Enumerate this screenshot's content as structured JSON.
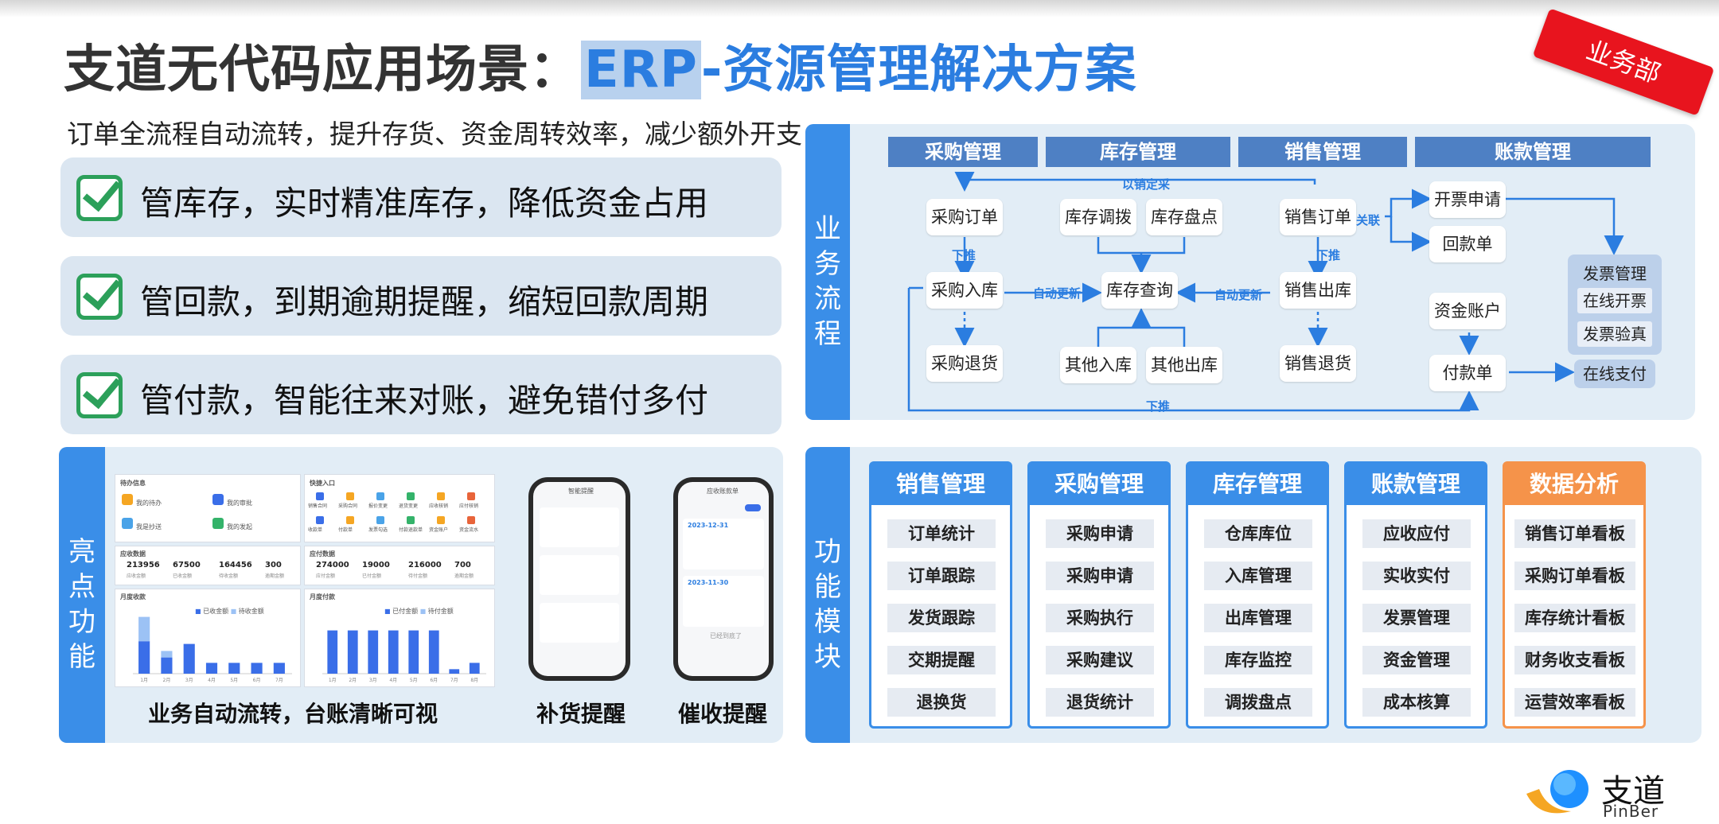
{
  "title": {
    "main": "支道无代码应用场景：",
    "erp": "ERP",
    "rest": "-资源管理解决方案"
  },
  "ribbon": "业务部",
  "subtitle": "订单全流程自动流转，提升存货、资金周转效率，减少额外开支",
  "features": [
    "管库存，实时精准库存，降低资金占用",
    "管回款，到期逾期提醒，缩短回款周期",
    "管付款，智能往来对账，避免错付多付"
  ],
  "flow": {
    "side_label": "业务流程",
    "headers": [
      "采购管理",
      "库存管理",
      "销售管理",
      "账款管理"
    ],
    "nodes": {
      "po": "采购订单",
      "pin": "采购入库",
      "pret": "采购退货",
      "transfer": "库存调拨",
      "count": "库存盘点",
      "query": "库存查询",
      "oin": "其他入库",
      "oout": "其他出库",
      "so": "销售订单",
      "sout": "销售出库",
      "sret": "销售退货",
      "inv_req": "开票申请",
      "receipt": "回款单",
      "account": "资金账户",
      "payment": "付款单"
    },
    "labels": {
      "by_sales": "以销定采",
      "push1": "下推",
      "push2": "下推",
      "push3": "下推",
      "auto1": "自动更新",
      "auto2": "自动更新",
      "link": "关联"
    },
    "invoice_group": {
      "title": "发票管理",
      "items": [
        "在线开票",
        "发票验真"
      ]
    },
    "online_pay": "在线支付"
  },
  "highlights": {
    "side_label": "亮点功能",
    "captions": [
      "业务自动流转，台账清晰可视",
      "补货提醒",
      "催收提醒"
    ],
    "dashboard": {
      "todo_title": "待办信息",
      "todo_items": [
        "我的待办",
        "我的审批",
        "我是抄送",
        "我的发起"
      ],
      "quick_title": "快捷入口",
      "quick_items": [
        "销售合同",
        "采购合同",
        "报价变更",
        "退货变更",
        "应收核销",
        "应付核销",
        "收款单",
        "付款单",
        "发票勾选",
        "付款退款单",
        "资金账户",
        "资金流水"
      ],
      "recv_title": "应收数据",
      "recv_values": [
        "213956",
        "67500",
        "164456",
        "300"
      ],
      "recv_labels": [
        "应收金额",
        "已收金额",
        "待收金额",
        "逾期金额"
      ],
      "pay_title": "应付数据",
      "pay_values": [
        "274000",
        "19000",
        "216000",
        "700"
      ],
      "pay_labels": [
        "应付金额",
        "已付金额",
        "待付金额",
        "逾期金额"
      ],
      "m_recv_title": "月度收款",
      "m_pay_title": "月度付款",
      "m_recv_legend": [
        "已收金额",
        "待收金额"
      ],
      "m_pay_legend": [
        "已付金额",
        "待付金额"
      ]
    },
    "phone1": {
      "title": "智能提醒"
    },
    "phone2": {
      "title": "应收账款单",
      "dates": [
        "2023-12-31",
        "2023-11-30"
      ],
      "footer": "已经到底了"
    }
  },
  "modules": {
    "side_label": "功能模块",
    "cols": [
      {
        "title": "销售管理",
        "items": [
          "订单统计",
          "订单跟踪",
          "发货跟踪",
          "交期提醒",
          "退换货"
        ]
      },
      {
        "title": "采购管理",
        "items": [
          "采购申请",
          "采购申请",
          "采购执行",
          "采购建议",
          "退货统计"
        ]
      },
      {
        "title": "库存管理",
        "items": [
          "仓库库位",
          "入库管理",
          "出库管理",
          "库存监控",
          "调拨盘点"
        ]
      },
      {
        "title": "账款管理",
        "items": [
          "应收应付",
          "实收实付",
          "发票管理",
          "资金管理",
          "成本核算"
        ]
      },
      {
        "title": "数据分析",
        "items": [
          "销售订单看板",
          "采购订单看板",
          "库存统计看板",
          "财务收支看板",
          "运营效率看板"
        ]
      }
    ]
  },
  "logo": {
    "name": "支道",
    "en": "PinBer"
  },
  "colors": {
    "brand_blue": "#3a8ee8",
    "accent_orange": "#f5934a",
    "ribbon_red": "#e8141e",
    "check_green": "#2ca05a"
  },
  "chart_data": [
    {
      "type": "bar",
      "title": "月度收款",
      "categories": [
        "1月",
        "2月",
        "3月",
        "4月",
        "5月",
        "6月",
        "7月"
      ],
      "series": [
        {
          "name": "已收金额",
          "values": [
            60000,
            30000,
            55000,
            20000,
            20000,
            20000,
            20000
          ]
        },
        {
          "name": "待收金额",
          "values": [
            45000,
            12000,
            0,
            0,
            0,
            0,
            0
          ]
        }
      ],
      "ylim": [
        0,
        100000
      ]
    },
    {
      "type": "bar",
      "title": "月度付款",
      "categories": [
        "1月",
        "2月",
        "3月",
        "4月",
        "5月",
        "6月",
        "7月",
        "8月"
      ],
      "series": [
        {
          "name": "已付金额",
          "values": [
            480000,
            480000,
            480000,
            480000,
            480000,
            480000,
            50000,
            120000
          ]
        },
        {
          "name": "待付金额",
          "values": [
            0,
            0,
            0,
            0,
            0,
            0,
            0,
            0
          ]
        }
      ],
      "ylim": [
        0,
        600000
      ]
    }
  ]
}
